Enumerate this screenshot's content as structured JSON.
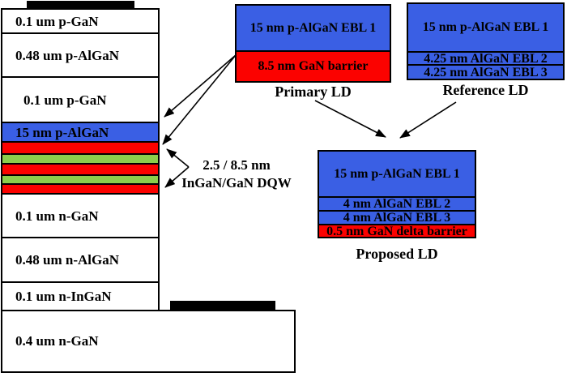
{
  "colors": {
    "blue": "#3a5fe4",
    "red": "#fb0200",
    "green": "#8cce4c",
    "black": "#000000",
    "white": "#ffffff"
  },
  "stack": {
    "layers": [
      {
        "label": "0.1  um p-GaN",
        "color": "white"
      },
      {
        "label": "0.48 um p-AlGaN",
        "color": "white"
      },
      {
        "label": "0.1 um p-GaN",
        "color": "white"
      },
      {
        "label": "15 nm p-AlGaN",
        "color": "blue"
      },
      {
        "label": "",
        "color": "red"
      },
      {
        "label": "",
        "color": "green"
      },
      {
        "label": "",
        "color": "red"
      },
      {
        "label": "",
        "color": "green"
      },
      {
        "label": "",
        "color": "red"
      },
      {
        "label": "0.1 um n-GaN",
        "color": "white"
      },
      {
        "label": "0.48 um n-AlGaN",
        "color": "white"
      },
      {
        "label": "0.1 um n-InGaN",
        "color": "white"
      }
    ],
    "substrate_label": "0.4 um n-GaN"
  },
  "dqw_annotation": {
    "line1": "2.5 / 8.5 nm",
    "line2": "InGaN/GaN DQW"
  },
  "primary_ld": {
    "caption": "Primary LD",
    "layers": [
      {
        "label": "15 nm p-AlGaN EBL 1",
        "color": "blue"
      },
      {
        "label": "8.5 nm GaN barrier",
        "color": "red"
      }
    ]
  },
  "reference_ld": {
    "caption": "Reference LD",
    "layers": [
      {
        "label": "15 nm p-AlGaN EBL 1",
        "color": "blue"
      },
      {
        "label": "4.25 nm AlGaN EBL 2",
        "color": "blue"
      },
      {
        "label": "4.25 nm AlGaN EBL 3",
        "color": "blue"
      }
    ]
  },
  "proposed_ld": {
    "caption": "Proposed LD",
    "layers": [
      {
        "label": "15 nm p-AlGaN EBL 1",
        "color": "blue"
      },
      {
        "label": "4 nm AlGaN EBL 2",
        "color": "blue"
      },
      {
        "label": "4 nm AlGaN EBL 3",
        "color": "blue"
      },
      {
        "label": "0.5 nm GaN delta barrier",
        "color": "red"
      }
    ]
  }
}
